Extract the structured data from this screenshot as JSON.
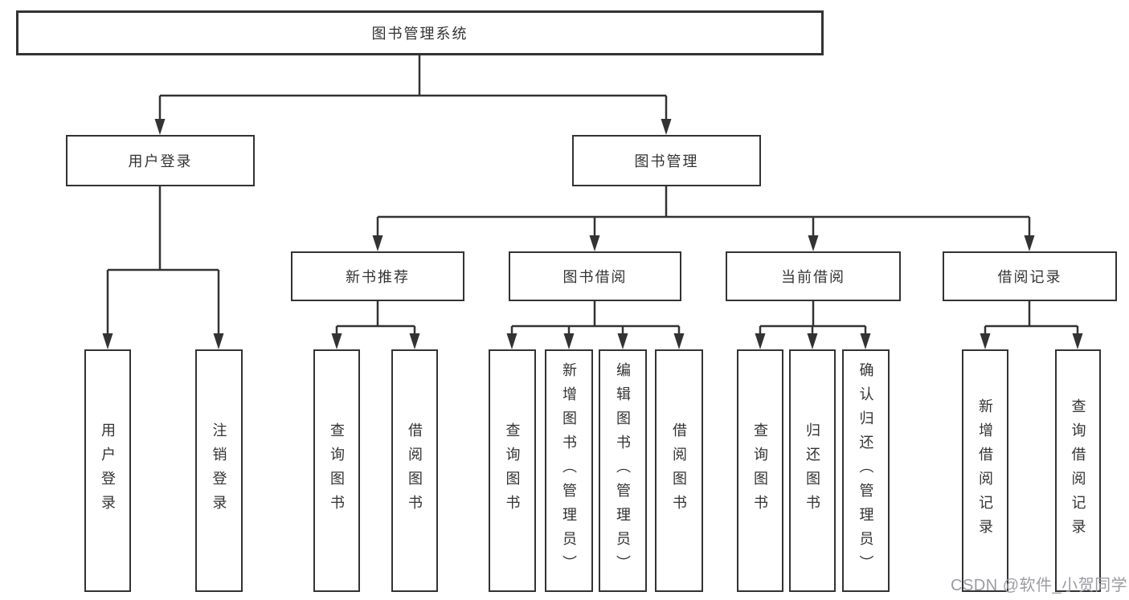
{
  "diagram": {
    "title": "图书管理系统",
    "level2": {
      "user_login": "用户登录",
      "book_management": "图书管理"
    },
    "level3": {
      "new_book": "新书推荐",
      "book_borrow": "图书借阅",
      "current_borrow": "当前借阅",
      "borrow_records": "借阅记录"
    },
    "leaves": {
      "user_login": [
        "用户登录",
        "注销登录"
      ],
      "new_book": [
        "查询图书",
        "借阅图书"
      ],
      "book_borrow": [
        "查询图书",
        "新增图书（管理员）",
        "编辑图书（管理员）",
        "借阅图书"
      ],
      "current_borrow": [
        "查询图书",
        "归还图书",
        "确认归还（管理员）"
      ],
      "borrow_records": [
        "新增借阅记录",
        "查询借阅记录"
      ]
    },
    "colors": {
      "line": "#333333",
      "text": "#333333",
      "background": "#ffffff",
      "watermark": "#9b9ba3"
    }
  },
  "watermark": "CSDN @软件_小贺同学"
}
